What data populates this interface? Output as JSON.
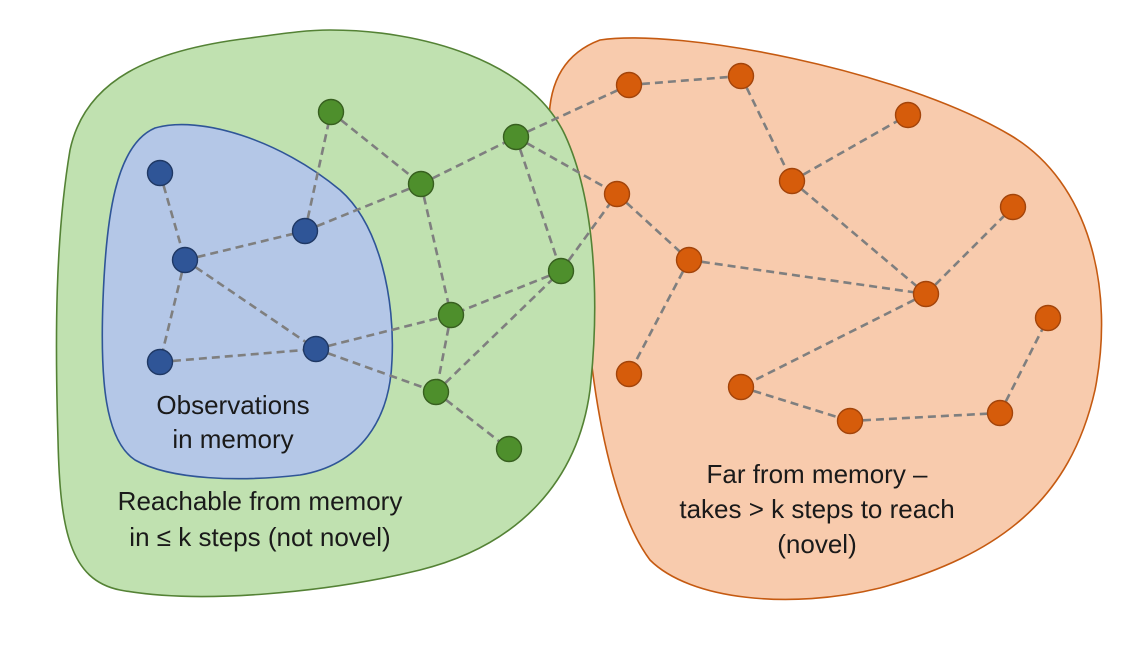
{
  "regions": {
    "memory": {
      "label_lines": [
        "Observations",
        "in memory"
      ],
      "fill": "#b4c7e7",
      "stroke": "#2f5597"
    },
    "reachable": {
      "label_lines": [
        "Reachable from memory",
        "in ≤ k steps (not novel)"
      ],
      "fill": "#c0e1b0",
      "stroke": "#548235"
    },
    "novel": {
      "label_lines": [
        "Far from memory –",
        "takes > k steps to reach",
        "(novel)"
      ],
      "fill": "#f8cbad",
      "stroke": "#c55a11"
    }
  },
  "node_colors": {
    "memory": {
      "fill": "#2f5597",
      "stroke": "#1f3864"
    },
    "reachable": {
      "fill": "#4e8f2c",
      "stroke": "#375f1f"
    },
    "novel": {
      "fill": "#d65c0b",
      "stroke": "#a3440a"
    }
  },
  "graph": {
    "nodes": [
      {
        "id": "b1",
        "group": "memory"
      },
      {
        "id": "b2",
        "group": "memory"
      },
      {
        "id": "b3",
        "group": "memory"
      },
      {
        "id": "b4",
        "group": "memory"
      },
      {
        "id": "b5",
        "group": "memory"
      },
      {
        "id": "g1",
        "group": "reachable"
      },
      {
        "id": "g2",
        "group": "reachable"
      },
      {
        "id": "g3",
        "group": "reachable"
      },
      {
        "id": "g4",
        "group": "reachable"
      },
      {
        "id": "g5",
        "group": "reachable"
      },
      {
        "id": "g6",
        "group": "reachable"
      },
      {
        "id": "g7",
        "group": "reachable"
      },
      {
        "id": "o1",
        "group": "novel"
      },
      {
        "id": "o2",
        "group": "novel"
      },
      {
        "id": "o3",
        "group": "novel"
      },
      {
        "id": "o4",
        "group": "novel"
      },
      {
        "id": "o5",
        "group": "novel"
      },
      {
        "id": "o6",
        "group": "novel"
      },
      {
        "id": "o7",
        "group": "novel"
      },
      {
        "id": "o8",
        "group": "novel"
      },
      {
        "id": "o9",
        "group": "novel"
      },
      {
        "id": "o10",
        "group": "novel"
      },
      {
        "id": "o11",
        "group": "novel"
      },
      {
        "id": "o12",
        "group": "novel"
      },
      {
        "id": "o13",
        "group": "novel"
      }
    ],
    "edges": [
      [
        "b1",
        "b2"
      ],
      [
        "b2",
        "b3"
      ],
      [
        "b2",
        "b4"
      ],
      [
        "b2",
        "b5"
      ],
      [
        "b4",
        "b5"
      ],
      [
        "b3",
        "g2"
      ],
      [
        "b3",
        "g1"
      ],
      [
        "g1",
        "g2"
      ],
      [
        "g2",
        "g3"
      ],
      [
        "g2",
        "g4"
      ],
      [
        "g3",
        "g5"
      ],
      [
        "g3",
        "o1"
      ],
      [
        "g5",
        "g4"
      ],
      [
        "g5",
        "o3"
      ],
      [
        "b5",
        "g4"
      ],
      [
        "b5",
        "g6"
      ],
      [
        "g4",
        "g6"
      ],
      [
        "g6",
        "g7"
      ],
      [
        "g6",
        "g5"
      ],
      [
        "g3",
        "o3"
      ],
      [
        "o1",
        "o2"
      ],
      [
        "o2",
        "o5"
      ],
      [
        "o5",
        "o4"
      ],
      [
        "o5",
        "o7"
      ],
      [
        "o3",
        "o6"
      ],
      [
        "o6",
        "o7"
      ],
      [
        "o6",
        "o10"
      ],
      [
        "o7",
        "o8"
      ],
      [
        "o7",
        "o11"
      ],
      [
        "o11",
        "o12"
      ],
      [
        "o12",
        "o13"
      ],
      [
        "o13",
        "o9"
      ]
    ]
  }
}
